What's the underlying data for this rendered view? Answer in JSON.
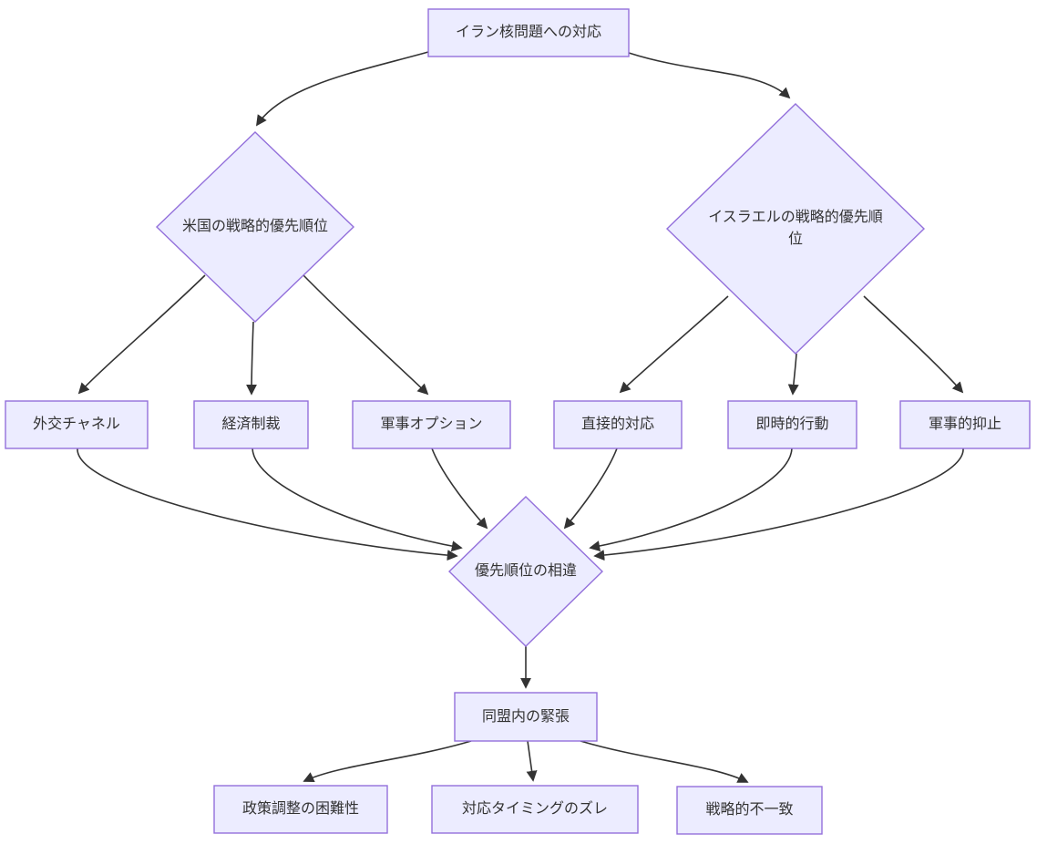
{
  "diagram": {
    "type": "flowchart",
    "colors": {
      "fill": "#ECECFF",
      "stroke": "#9370DB",
      "edge": "#333333",
      "text": "#333333",
      "background": "#ffffff"
    },
    "nodes": {
      "root": {
        "label": "イラン核問題への対応",
        "shape": "rect"
      },
      "us": {
        "label": "米国の戦略的優先順位",
        "shape": "diamond"
      },
      "israel": {
        "label": "イスラエルの戦略的優先順位",
        "shape": "diamond"
      },
      "diplomacy": {
        "label": "外交チャネル",
        "shape": "rect"
      },
      "sanctions": {
        "label": "経済制裁",
        "shape": "rect"
      },
      "military_option": {
        "label": "軍事オプション",
        "shape": "rect"
      },
      "direct_response": {
        "label": "直接的対応",
        "shape": "rect"
      },
      "immediate_action": {
        "label": "即時的行動",
        "shape": "rect"
      },
      "military_deterrence": {
        "label": "軍事的抑止",
        "shape": "rect"
      },
      "priority_gap": {
        "label": "優先順位の相違",
        "shape": "diamond"
      },
      "alliance_tension": {
        "label": "同盟内の緊張",
        "shape": "rect"
      },
      "policy_difficulty": {
        "label": "政策調整の困難性",
        "shape": "rect"
      },
      "timing_gap": {
        "label": "対応タイミングのズレ",
        "shape": "rect"
      },
      "strategic_mismatch": {
        "label": "戦略的不一致",
        "shape": "rect"
      }
    },
    "edges": [
      {
        "from": "root",
        "to": "us"
      },
      {
        "from": "root",
        "to": "israel"
      },
      {
        "from": "us",
        "to": "diplomacy"
      },
      {
        "from": "us",
        "to": "sanctions"
      },
      {
        "from": "us",
        "to": "military_option"
      },
      {
        "from": "israel",
        "to": "direct_response"
      },
      {
        "from": "israel",
        "to": "immediate_action"
      },
      {
        "from": "israel",
        "to": "military_deterrence"
      },
      {
        "from": "diplomacy",
        "to": "priority_gap"
      },
      {
        "from": "sanctions",
        "to": "priority_gap"
      },
      {
        "from": "military_option",
        "to": "priority_gap"
      },
      {
        "from": "direct_response",
        "to": "priority_gap"
      },
      {
        "from": "immediate_action",
        "to": "priority_gap"
      },
      {
        "from": "military_deterrence",
        "to": "priority_gap"
      },
      {
        "from": "priority_gap",
        "to": "alliance_tension"
      },
      {
        "from": "alliance_tension",
        "to": "policy_difficulty"
      },
      {
        "from": "alliance_tension",
        "to": "timing_gap"
      },
      {
        "from": "alliance_tension",
        "to": "strategic_mismatch"
      }
    ]
  }
}
